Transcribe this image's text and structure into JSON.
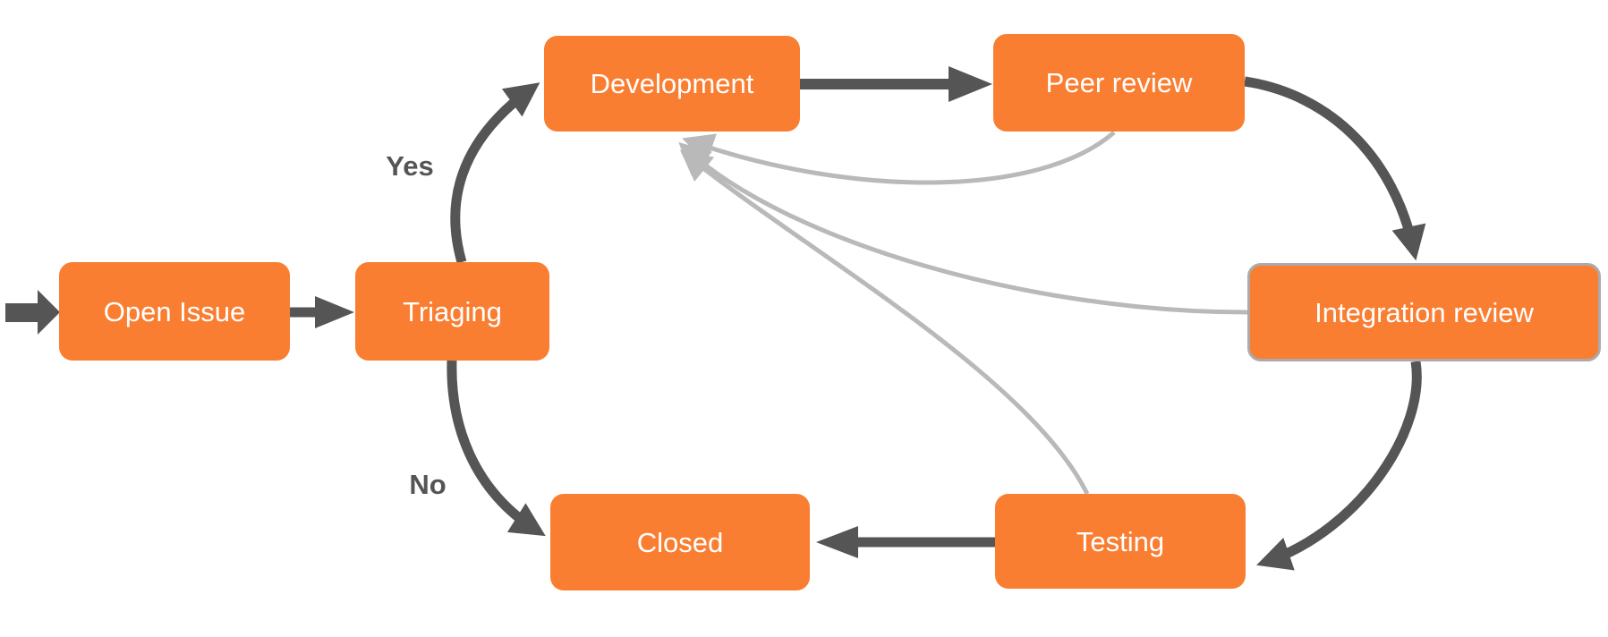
{
  "diagram": {
    "type": "flowchart",
    "background": "#ffffff",
    "colors": {
      "node_fill": "#FA7E32",
      "node_text": "#ffffff",
      "edge_dark": "#555555",
      "edge_light": "#B9B9B9",
      "edge_label_text": "#555555",
      "integration_node_border": "#ABABAB"
    },
    "nodes": [
      {
        "id": "open-issue",
        "label": "Open Issue"
      },
      {
        "id": "triaging",
        "label": "Triaging"
      },
      {
        "id": "development",
        "label": "Development"
      },
      {
        "id": "peer-review",
        "label": "Peer review"
      },
      {
        "id": "integration-review",
        "label": "Integration review"
      },
      {
        "id": "testing",
        "label": "Testing"
      },
      {
        "id": "closed",
        "label": "Closed"
      }
    ],
    "edge_labels": [
      {
        "id": "yes",
        "text": "Yes"
      },
      {
        "id": "no",
        "text": "No"
      }
    ],
    "edges": [
      {
        "from": "start",
        "to": "open-issue",
        "style": "dark"
      },
      {
        "from": "open-issue",
        "to": "triaging",
        "style": "dark"
      },
      {
        "from": "triaging",
        "to": "development",
        "style": "dark",
        "label": "Yes"
      },
      {
        "from": "triaging",
        "to": "closed",
        "style": "dark",
        "label": "No"
      },
      {
        "from": "development",
        "to": "peer-review",
        "style": "dark"
      },
      {
        "from": "peer-review",
        "to": "integration-review",
        "style": "dark"
      },
      {
        "from": "integration-review",
        "to": "testing",
        "style": "dark"
      },
      {
        "from": "testing",
        "to": "closed",
        "style": "dark"
      },
      {
        "from": "peer-review",
        "to": "development",
        "style": "light"
      },
      {
        "from": "integration-review",
        "to": "development",
        "style": "light"
      },
      {
        "from": "testing",
        "to": "development",
        "style": "light"
      }
    ]
  }
}
